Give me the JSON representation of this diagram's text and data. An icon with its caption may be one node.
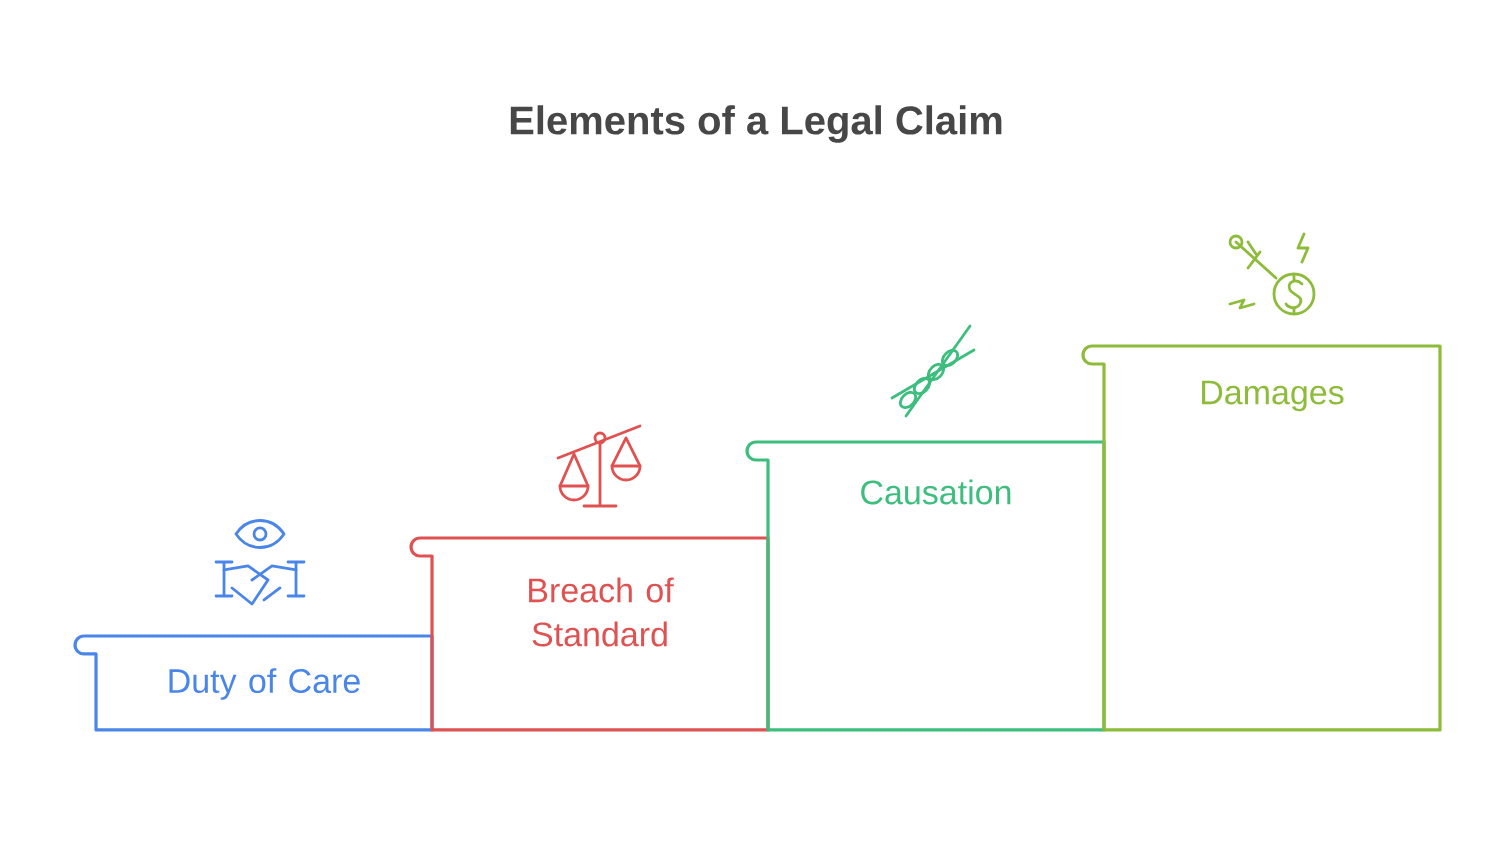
{
  "diagram": {
    "title": "Elements of a Legal Claim",
    "nodes": [
      {
        "text": [
          "Duty of Care"
        ]
      },
      {
        "text": [
          "Breach of Standard"
        ]
      },
      {
        "text": [
          "Causation"
        ]
      },
      {
        "text": [
          "Damages"
        ]
      }
    ]
  }
}
